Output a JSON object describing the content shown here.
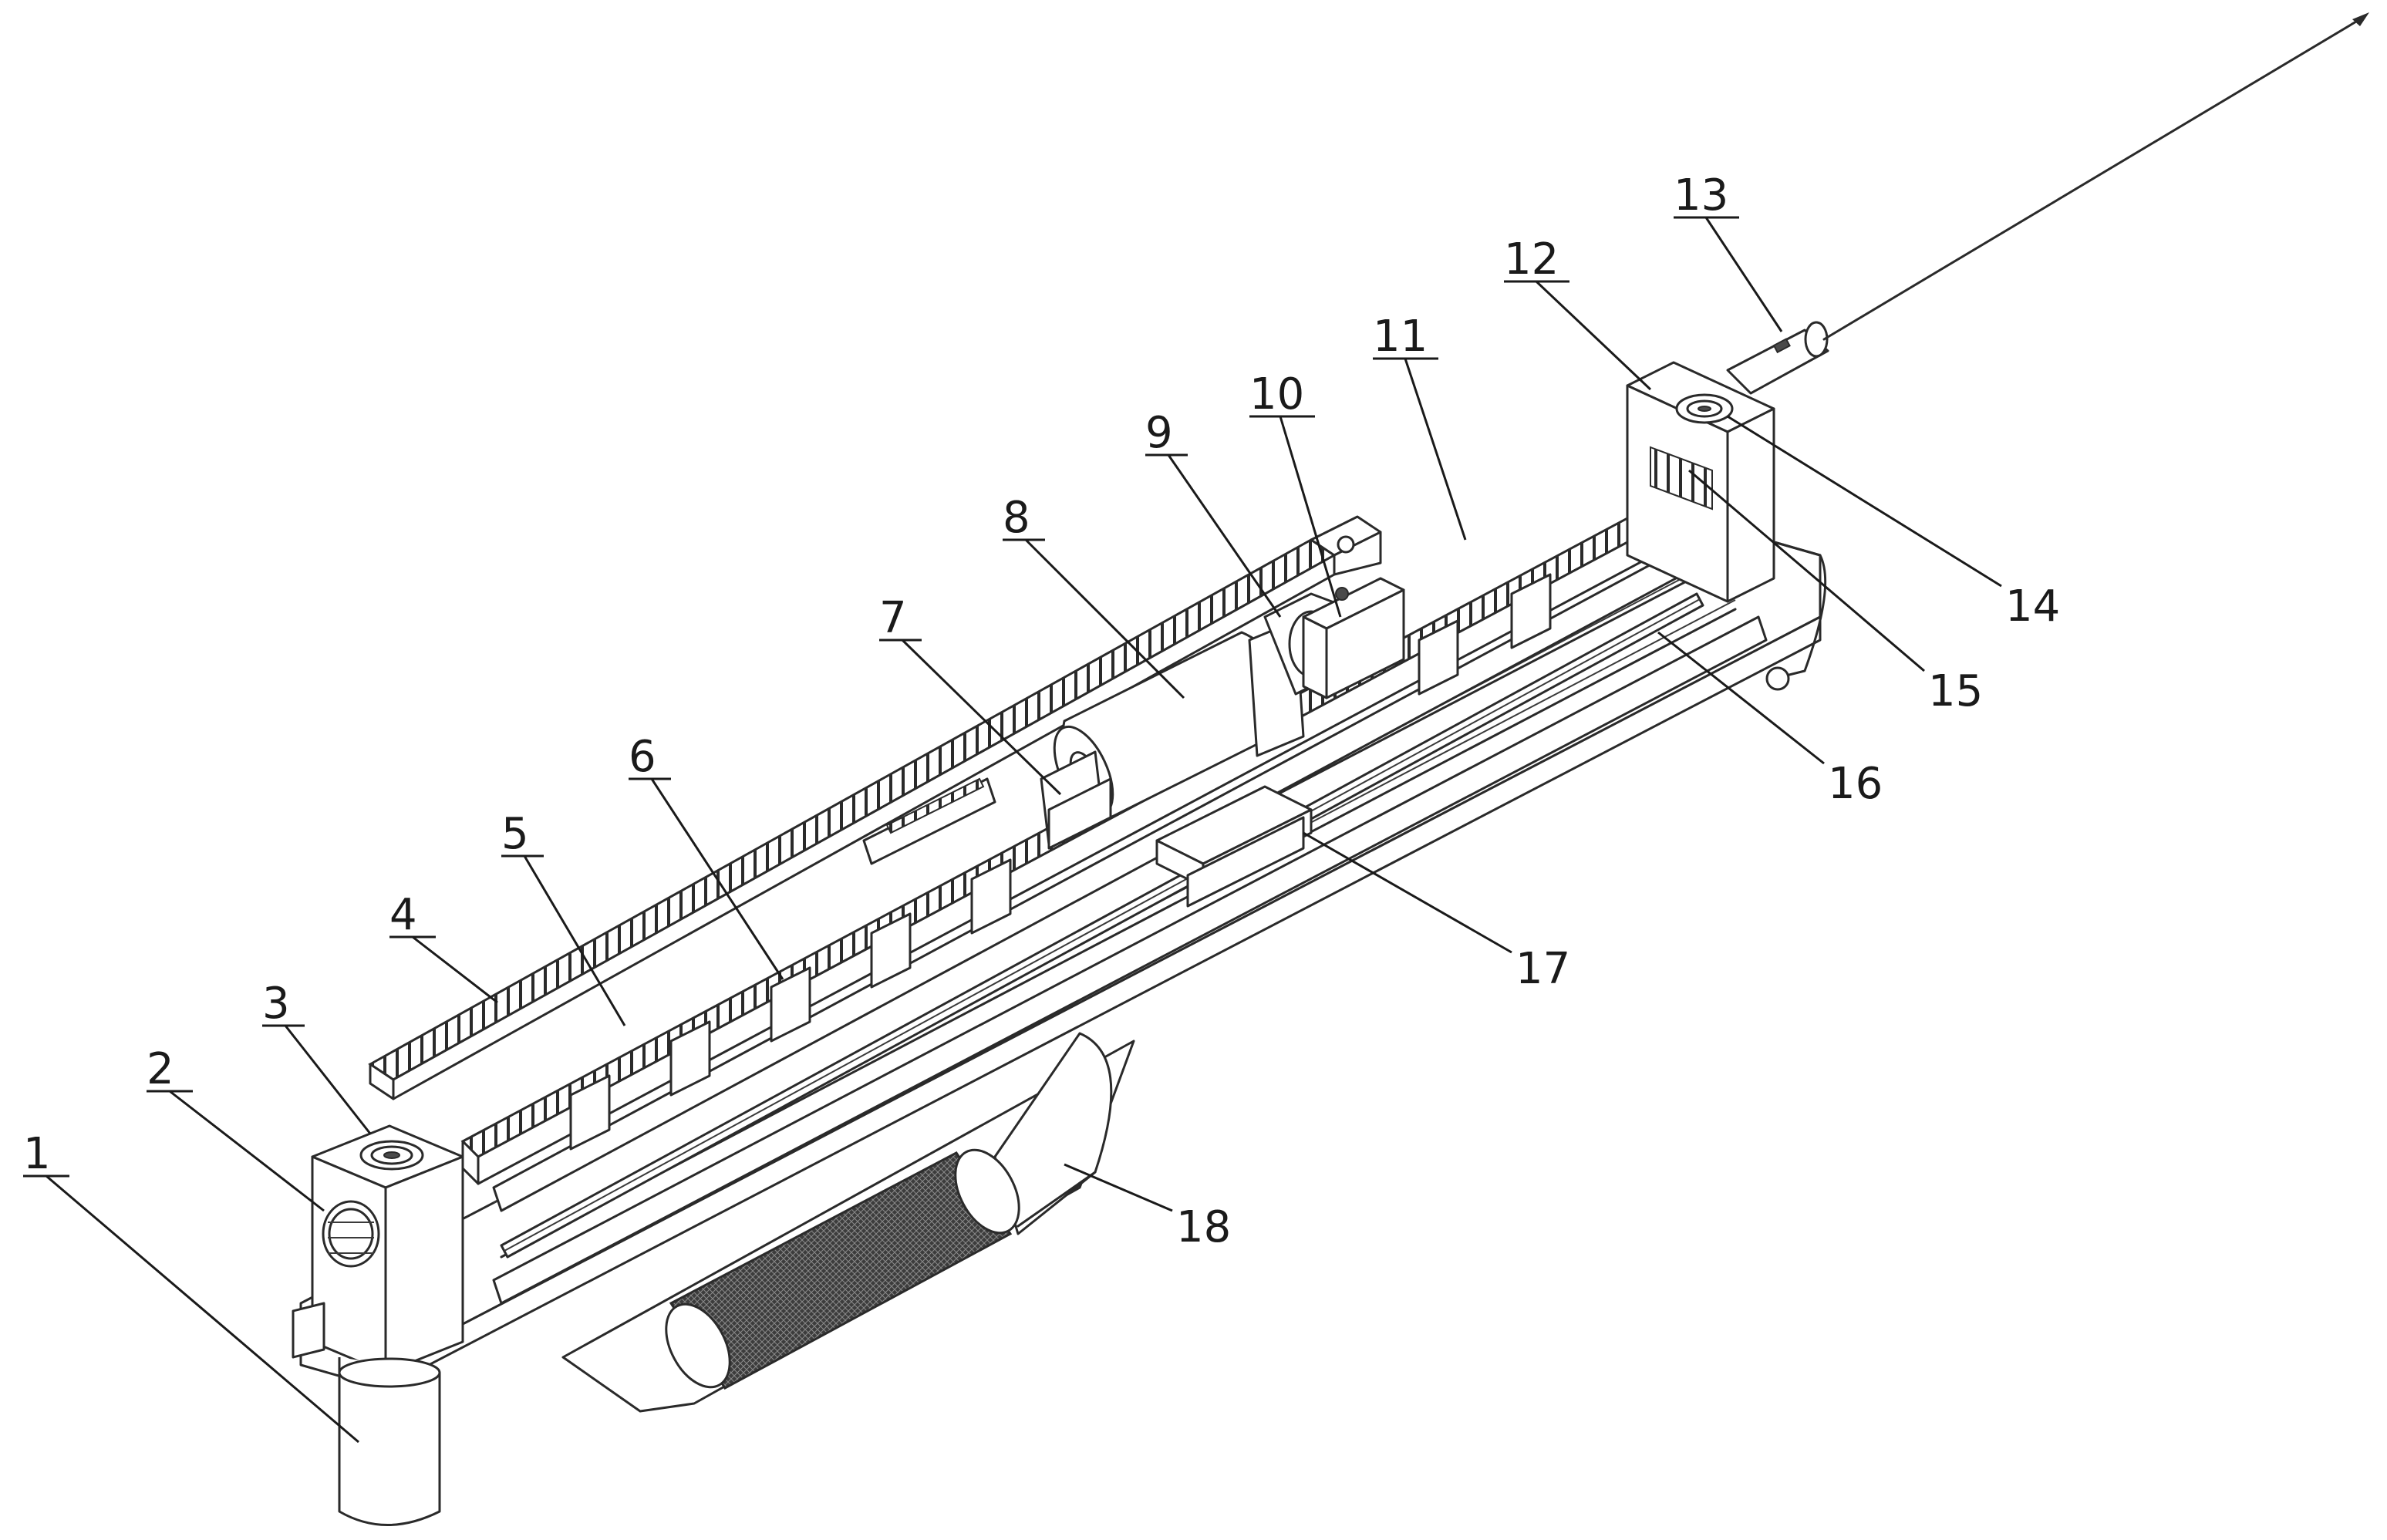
{
  "figure": {
    "callouts": [
      {
        "id": "1",
        "label": "1"
      },
      {
        "id": "2",
        "label": "2"
      },
      {
        "id": "3",
        "label": "3"
      },
      {
        "id": "4",
        "label": "4"
      },
      {
        "id": "5",
        "label": "5"
      },
      {
        "id": "6",
        "label": "6"
      },
      {
        "id": "7",
        "label": "7"
      },
      {
        "id": "8",
        "label": "8"
      },
      {
        "id": "9",
        "label": "9"
      },
      {
        "id": "10",
        "label": "10"
      },
      {
        "id": "11",
        "label": "11"
      },
      {
        "id": "12",
        "label": "12"
      },
      {
        "id": "13",
        "label": "13"
      },
      {
        "id": "14",
        "label": "14"
      },
      {
        "id": "15",
        "label": "15"
      },
      {
        "id": "16",
        "label": "16"
      },
      {
        "id": "17",
        "label": "17"
      },
      {
        "id": "18",
        "label": "18"
      }
    ],
    "line_color": "#2a2a2a",
    "background": "#ffffff"
  }
}
